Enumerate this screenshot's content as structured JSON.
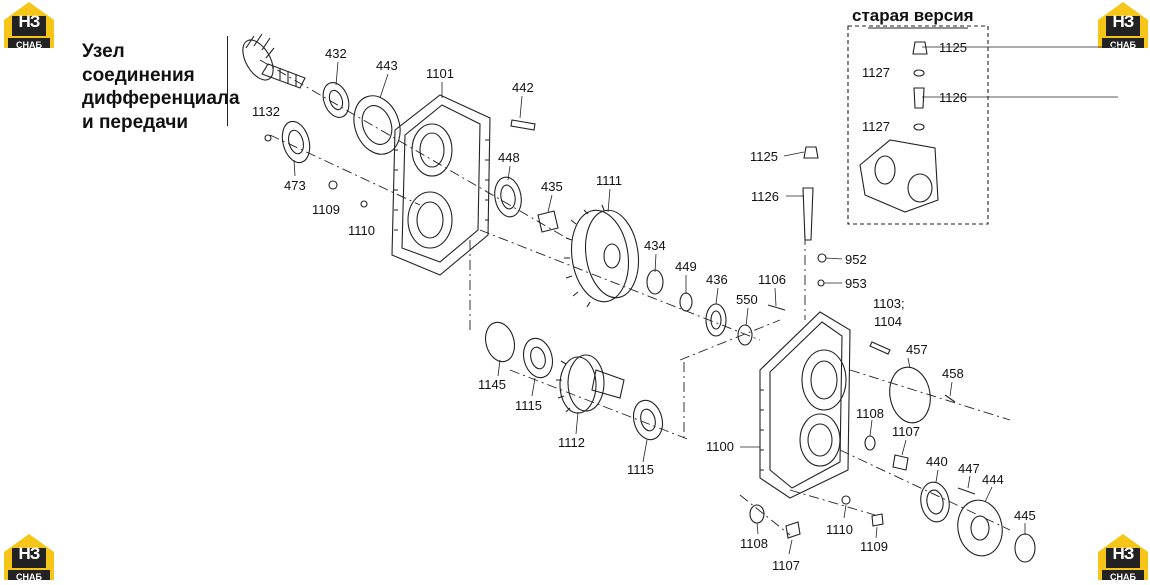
{
  "title_lines": [
    "Узел",
    "соединения",
    "дифференциала",
    "и передачи"
  ],
  "inset": {
    "title": "старая версия",
    "labels": [
      "1125",
      "1127",
      "1126",
      "1127"
    ]
  },
  "logo": {
    "mark": "НЗ",
    "text": "СНАБ",
    "icon": "nz-snab-logo-icon",
    "color_top": "#f5c518",
    "color_bottom": "#222222"
  },
  "callouts": [
    "432",
    "443",
    "1101",
    "442",
    "1132",
    "473",
    "1109",
    "1110",
    "448",
    "435",
    "1111",
    "434",
    "449",
    "436",
    "1106",
    "550",
    "1125",
    "1126",
    "952",
    "953",
    "1103;",
    "1104",
    "457",
    "458",
    "1145",
    "1115",
    "1112",
    "1115",
    "1100",
    "1108",
    "1107",
    "440",
    "447",
    "444",
    "445",
    "1110",
    "1109",
    "1108",
    "1107"
  ]
}
